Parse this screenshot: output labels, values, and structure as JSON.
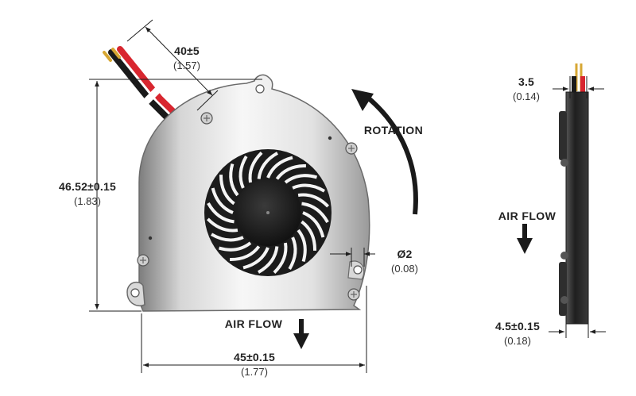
{
  "front_view": {
    "lead_length": {
      "value": "40±5",
      "sub": "(1.57)"
    },
    "height": {
      "value": "46.52±0.15",
      "sub": "(1.83)"
    },
    "width": {
      "value": "45±0.15",
      "sub": "(1.77)"
    },
    "hole": {
      "value": "Ø2",
      "sub": "(0.08)"
    },
    "rotation_label": "ROTATION",
    "airflow_label": "AIR FLOW"
  },
  "side_view": {
    "lead_pitch": {
      "value": "3.5",
      "sub": "(0.14)"
    },
    "thickness": {
      "value": "4.5±0.15",
      "sub": "(0.18)"
    },
    "airflow_label": "AIR FLOW"
  },
  "colors": {
    "lead_red": "#d8262f",
    "lead_black": "#1a1a1a",
    "housing_light": "#f2f2f2",
    "housing_dark": "#9a9a9a",
    "dimension_line": "#1e1e1e",
    "side_body": "#2a2a2a"
  }
}
